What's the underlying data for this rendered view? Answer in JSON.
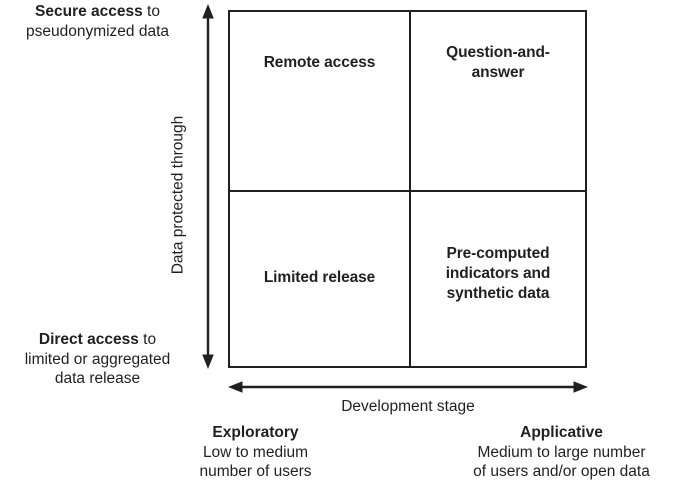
{
  "diagram": {
    "type": "2x2-matrix",
    "x_axis": {
      "caption": "Development stage",
      "arrow": "double-headed",
      "left_pole": {
        "headline": "Exploratory",
        "detail": "Low to medium\nnumber of users"
      },
      "right_pole": {
        "headline": "Applicative",
        "detail": "Medium to large number\nof users and/or open data"
      }
    },
    "y_axis": {
      "caption": "Data protected through",
      "arrow": "double-headed",
      "top_pole": {
        "lead": "Secure access",
        "rest": " to",
        "detail": "pseudonymized data"
      },
      "bottom_pole": {
        "lead": "Direct access",
        "rest": " to",
        "detail": "limited or aggregated\ndata release"
      }
    },
    "quadrants": [
      {
        "position": "top-left",
        "label": "Remote access",
        "x_level": "Exploratory",
        "y_level": "Secure access"
      },
      {
        "position": "top-right",
        "label": "Question-and-\nanswer",
        "x_level": "Applicative",
        "y_level": "Secure access"
      },
      {
        "position": "bottom-left",
        "label": "Limited release",
        "x_level": "Exploratory",
        "y_level": "Direct access"
      },
      {
        "position": "bottom-right",
        "label": "Pre-computed\nindicators and\nsynthetic data",
        "x_level": "Applicative",
        "y_level": "Direct access"
      }
    ],
    "colors": {
      "stroke": "#231f20",
      "text": "#231f20",
      "background": "#ffffff"
    }
  }
}
